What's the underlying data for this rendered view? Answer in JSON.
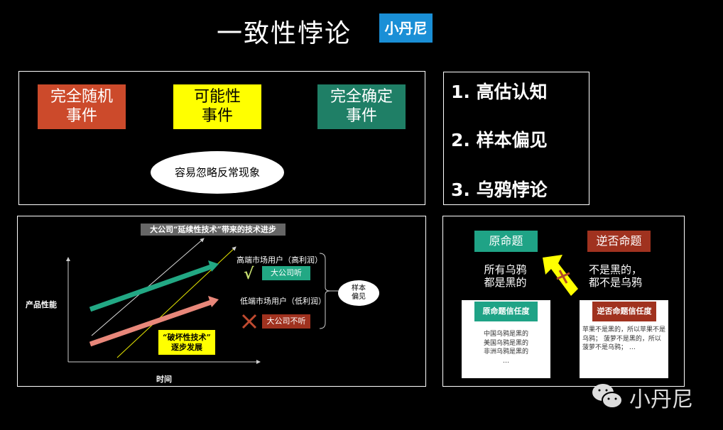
{
  "header": {
    "title": "一致性悖论",
    "logo": "小丹尼"
  },
  "top_left": {
    "boxes": [
      "完全随机\n事件",
      "可能性\n事件",
      "完全确定\n事件"
    ],
    "ellipse": "容易忽略反常现象",
    "colors": [
      "#cc4a2b",
      "#ffff00",
      "#1f7f66"
    ]
  },
  "top_right": {
    "items": [
      "1. 高估认知",
      "2. 样本偏见",
      "3. 乌鸦悖论"
    ]
  },
  "chart": {
    "title": "大公司“延续性技术”带来的技术进步",
    "ylabel": "产品性能",
    "xlabel": "时间",
    "high": "高端市场用户（高利润）",
    "high_tag": "大公司听",
    "low": "低端市场用户（低利润）",
    "low_tag": "大公司不听",
    "bias": "样本\n偏见",
    "disruptive": "“破坏性技术”\n逐步发展"
  },
  "crow": {
    "orig": "原命题",
    "contra": "逆否命题",
    "orig_text": "所有乌鸦\n都是黑的",
    "contra_text": "不是黑的，\n都不是乌鸦",
    "card1_title": "原命题信任度",
    "card1_body": "中国乌鸦是黑的\n美国乌鸦是黑的\n非洲乌鸦是黑的\n…",
    "card2_title": "逆否命题信任度",
    "card2_body": "苹果不是黑的，所以苹果不是乌鸦；\n菠萝不是黑的，所以菠萝不是乌鸦；\n…"
  },
  "footer": {
    "brand": "小丹尼"
  }
}
